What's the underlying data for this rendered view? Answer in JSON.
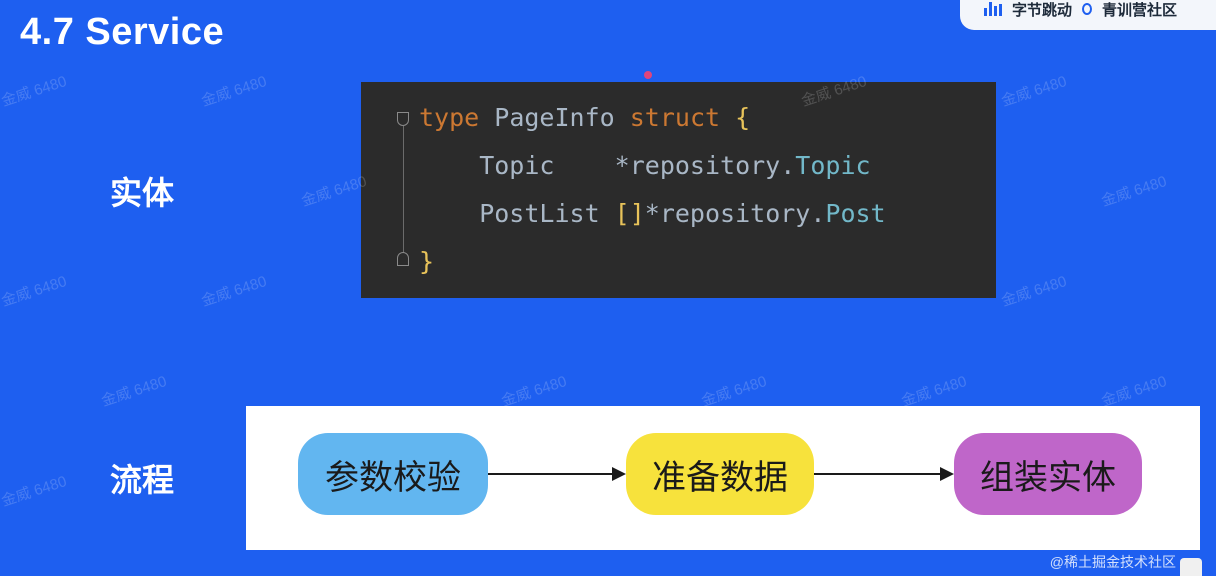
{
  "slide": {
    "title": "4.7 Service"
  },
  "logo": {
    "left_text": "字节跳动",
    "right_text": "青训营社区"
  },
  "sections": {
    "entity_label": "实体",
    "flow_label": "流程"
  },
  "code": {
    "line1_kw": "type",
    "line1_name": " PageInfo ",
    "line1_struct": "struct",
    "line1_brace": " {",
    "line2_field": "    Topic    ",
    "line2_prefix": "*repository.",
    "line2_type": "Topic",
    "line3_field": "    PostList ",
    "line3_brackets": "[]",
    "line3_prefix": "*repository.",
    "line3_type": "Post",
    "line4_brace": "}"
  },
  "flow": {
    "step1": "参数校验",
    "step2": "准备数据",
    "step3": "组装实体"
  },
  "watermark": {
    "text": "金威 6480"
  },
  "credit": {
    "text": "@稀土掘金技术社区"
  },
  "colors": {
    "background": "#1e5ff0",
    "code_bg": "#2b2b2b",
    "keyword": "#cc7832",
    "type": "#72b8c9",
    "node1": "#62b6f0",
    "node2": "#f7e23c",
    "node3": "#bf66c9"
  }
}
